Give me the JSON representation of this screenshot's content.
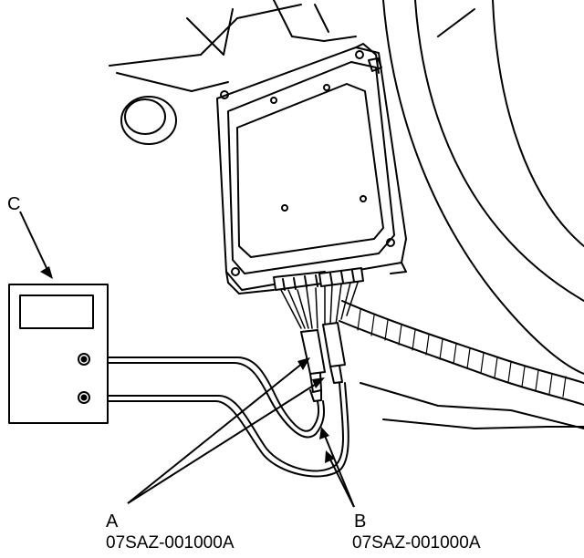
{
  "labels": {
    "c": {
      "letter": "C"
    },
    "a": {
      "letter": "A",
      "part_number": "07SAZ-001000A"
    },
    "b": {
      "letter": "B",
      "part_number": "07SAZ-001000A"
    }
  },
  "colors": {
    "line": "#000000",
    "background": "#ffffff",
    "harness_fill": "#ffffff"
  },
  "icons": {
    "meter": "multimeter-icon",
    "ecm": "ecm-module-icon",
    "probe": "backprobe-adapter-icon",
    "harness": "wire-harness-icon"
  }
}
